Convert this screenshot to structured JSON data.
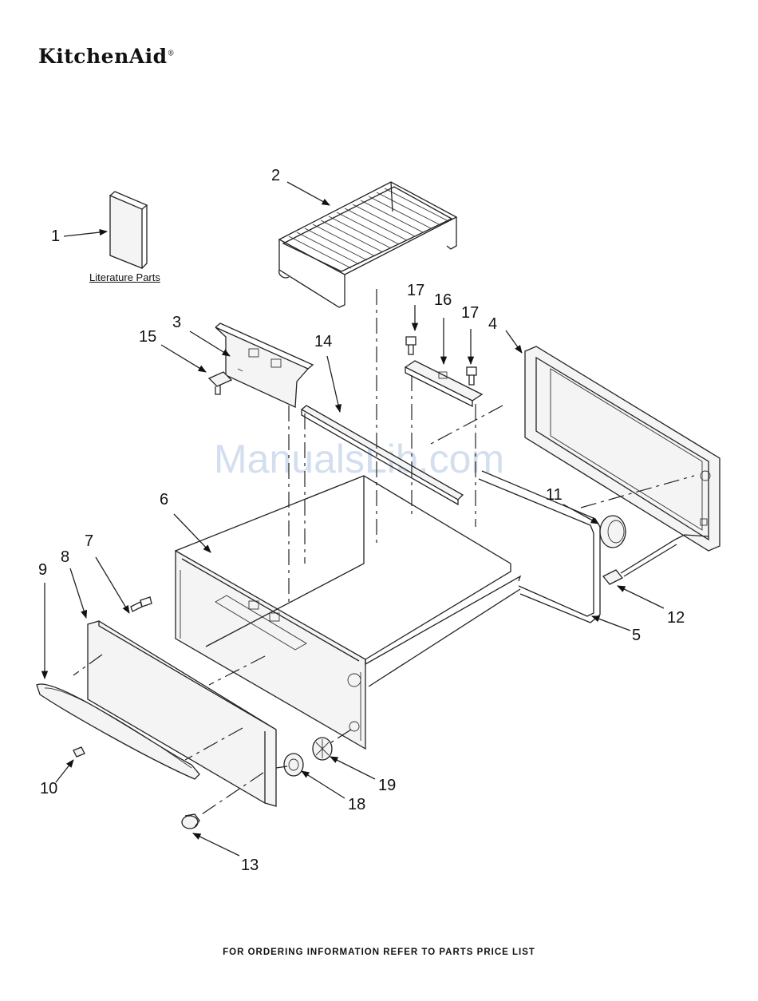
{
  "header": {
    "brand": "KitchenAid",
    "brand_mark": "®"
  },
  "watermark": "ManualsLib.com",
  "literature_label": "Literature Parts",
  "callouts": {
    "c1": "1",
    "c2": "2",
    "c3": "3",
    "c4": "4",
    "c5": "5",
    "c6": "6",
    "c7": "7",
    "c8": "8",
    "c9": "9",
    "c10": "10",
    "c11": "11",
    "c12": "12",
    "c13": "13",
    "c14": "14",
    "c15": "15",
    "c16": "16",
    "c17a": "17",
    "c17b": "17",
    "c18": "18",
    "c19": "19"
  },
  "footer": "FOR ORDERING INFORMATION REFER TO PARTS PRICE LIST",
  "colors": {
    "line": "#222222",
    "watermark": "#c5d3ea"
  }
}
